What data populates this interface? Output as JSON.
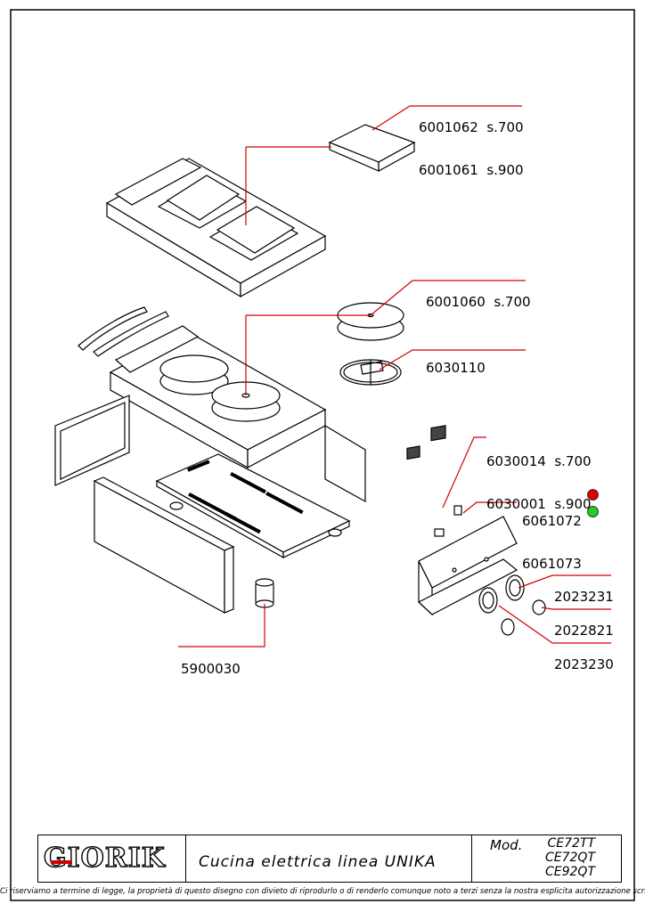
{
  "parts": [
    {
      "id": "plate-hob",
      "lines": [
        "6001062  s.700",
        "6001061  s.900"
      ]
    },
    {
      "id": "round-plate",
      "lines": [
        "6001060  s.700"
      ]
    },
    {
      "id": "plate-bracket",
      "lines": [
        "6030110"
      ]
    },
    {
      "id": "switch",
      "lines": [
        "6030014  s.700",
        "6030001  s.900"
      ]
    },
    {
      "id": "pilot-lamps",
      "lines": [
        "6061072",
        "6061073"
      ]
    },
    {
      "id": "knob-large",
      "lines": [
        "2023231"
      ]
    },
    {
      "id": "knob-small",
      "lines": [
        "2022821"
      ]
    },
    {
      "id": "knob-ring",
      "lines": [
        "2023230"
      ]
    },
    {
      "id": "foot",
      "lines": [
        "5900030"
      ]
    }
  ],
  "lamp_colors": {
    "red": "#e00000",
    "green": "#22cc22"
  },
  "leader_color": "#d40000",
  "title_block": {
    "logo": "GIORIK",
    "description": "Cucina  elettrica  linea  UNIKA",
    "mod_label": "Mod.",
    "models": [
      "CE72TT",
      "CE72QT",
      "CE92QT"
    ]
  },
  "footer": "Ci riserviamo a termine di legge, la proprietà di questo disegno con divieto di riprodurlo o di renderlo comunque noto a terzi senza la nostra esplicita autorizzazione scritta"
}
